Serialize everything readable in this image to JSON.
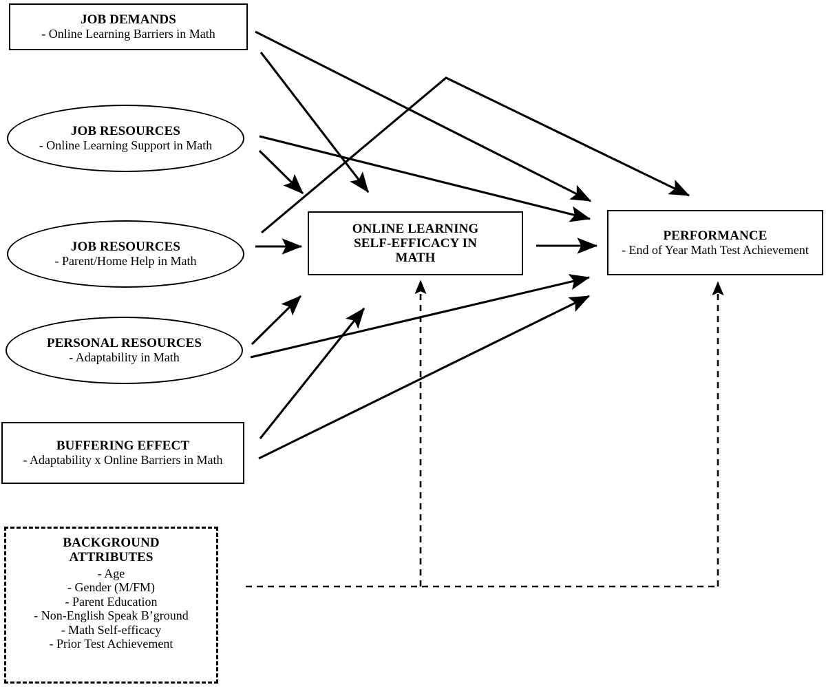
{
  "diagram": {
    "type": "conceptual-model-path-diagram",
    "nodes": {
      "job_demands": {
        "title": "JOB DEMANDS",
        "sub": "- Online Learning Barriers in Math",
        "shape": "rectangle"
      },
      "job_res_online": {
        "title": "JOB RESOURCES",
        "sub": "- Online Learning Support in Math",
        "shape": "ellipse"
      },
      "job_res_parent": {
        "title": "JOB RESOURCES",
        "sub": "- Parent/Home Help in Math",
        "shape": "ellipse"
      },
      "personal_res": {
        "title": "PERSONAL RESOURCES",
        "sub": "- Adaptability in Math",
        "shape": "ellipse"
      },
      "buffering": {
        "title": "BUFFERING EFFECT",
        "sub": "- Adaptability x Online Barriers in Math",
        "shape": "rectangle"
      },
      "background": {
        "title_line1": "BACKGROUND",
        "title_line2": "ATTRIBUTES",
        "items": [
          "- Age",
          "- Gender (M/FM)",
          "- Parent Education",
          "- Non-English Speak B’ground",
          "- Math Self-efficacy",
          "- Prior Test Achievement"
        ],
        "shape": "dashed-rectangle"
      },
      "self_efficacy": {
        "line1": "ONLINE LEARNING",
        "line2": "SELF-EFFICACY IN",
        "line3": "MATH",
        "shape": "rectangle"
      },
      "performance": {
        "title": "PERFORMANCE",
        "sub": "- End of Year Math Test Achievement",
        "shape": "rectangle"
      }
    },
    "edges": [
      {
        "from": "job_demands",
        "to": "self_efficacy",
        "style": "solid"
      },
      {
        "from": "job_demands",
        "to": "performance",
        "style": "solid"
      },
      {
        "from": "job_res_online",
        "to": "self_efficacy",
        "style": "solid"
      },
      {
        "from": "job_res_online",
        "to": "performance",
        "style": "solid"
      },
      {
        "from": "job_res_parent",
        "to": "self_efficacy",
        "style": "solid"
      },
      {
        "from": "job_res_parent",
        "to": "performance",
        "style": "solid"
      },
      {
        "from": "personal_res",
        "to": "self_efficacy",
        "style": "solid"
      },
      {
        "from": "personal_res",
        "to": "performance",
        "style": "solid"
      },
      {
        "from": "buffering",
        "to": "self_efficacy",
        "style": "solid"
      },
      {
        "from": "buffering",
        "to": "performance",
        "style": "solid"
      },
      {
        "from": "self_efficacy",
        "to": "performance",
        "style": "solid"
      },
      {
        "from": "background",
        "to": "self_efficacy",
        "style": "dashed"
      },
      {
        "from": "background",
        "to": "performance",
        "style": "dashed"
      }
    ],
    "colors": {
      "stroke": "#000000",
      "fill": "#ffffff",
      "text": "#000000"
    }
  }
}
